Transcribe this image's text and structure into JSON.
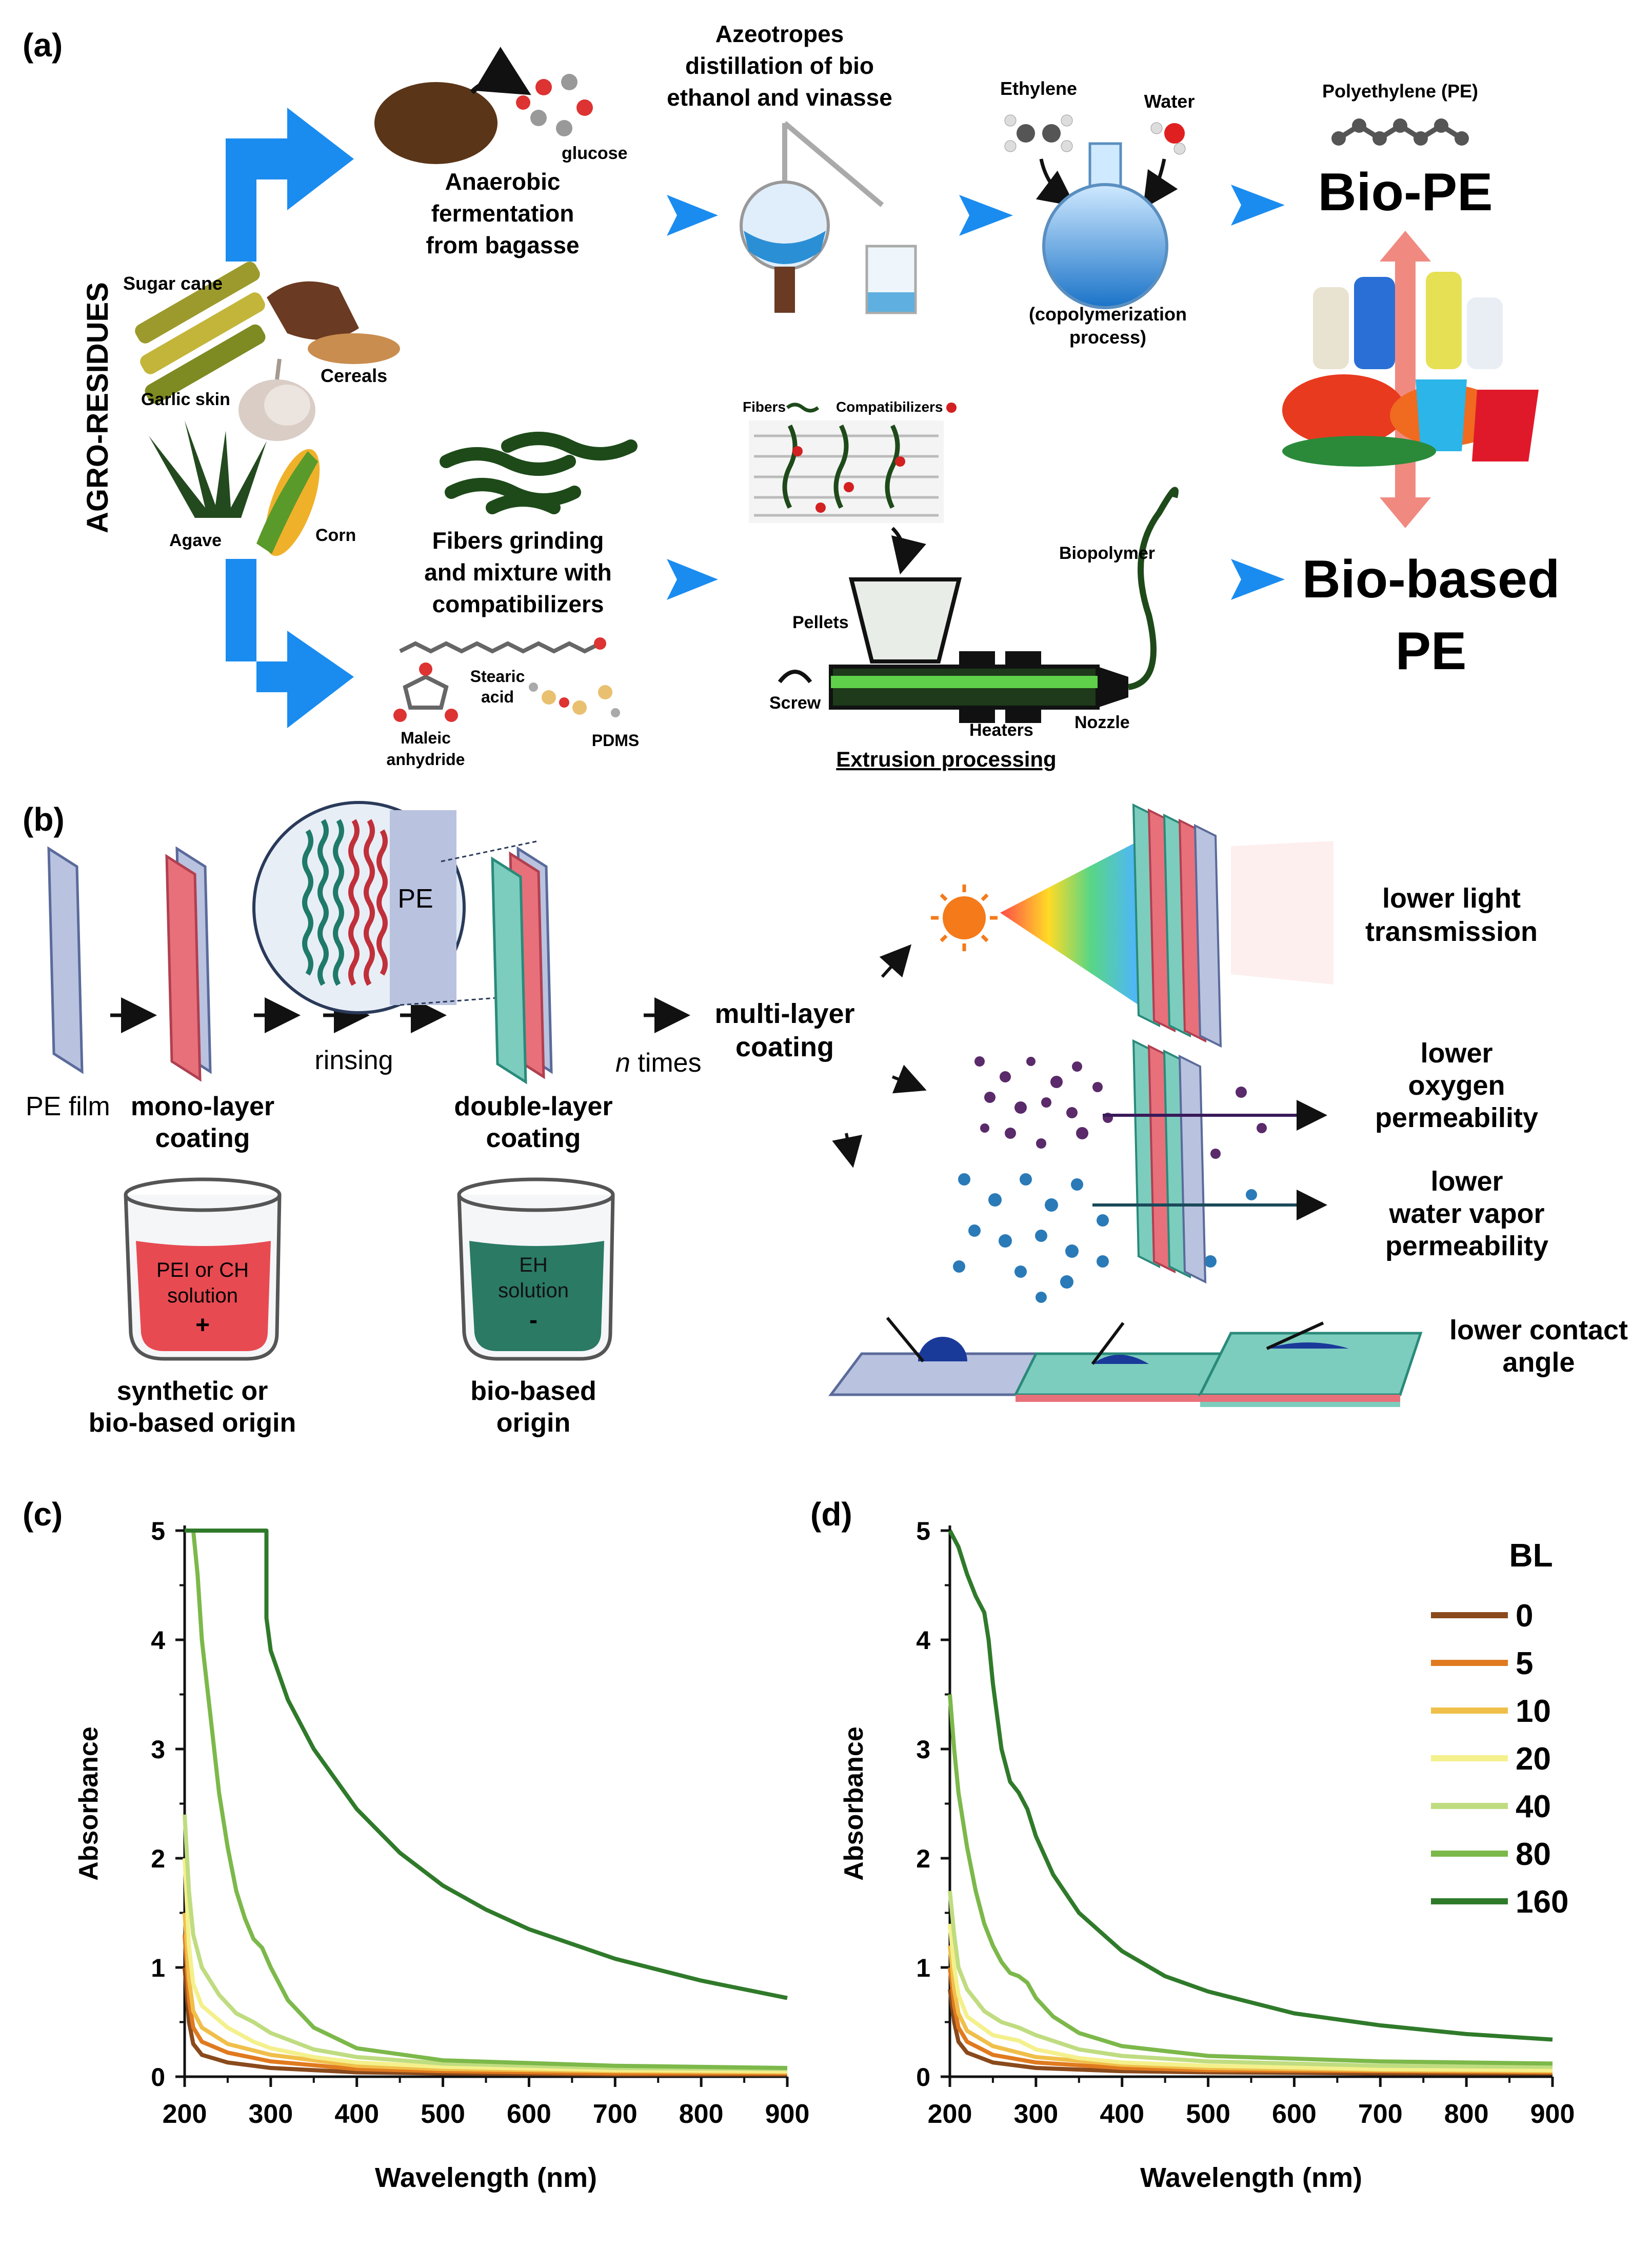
{
  "panel_a": {
    "label": "(a)",
    "agro_residues": "AGRO-RESIDUES",
    "feedstocks": {
      "sugar_cane": "Sugar cane",
      "cereals": "Cereals",
      "garlic_skin": "Garlic skin",
      "agave": "Agave",
      "corn": "Corn"
    },
    "glucose": "glucose",
    "anaerobic": [
      "Anaerobic",
      "fermentation",
      "from bagasse"
    ],
    "azeotropes": [
      "Azeotropes",
      "distillation of bio",
      "ethanol and vinasse"
    ],
    "ethylene": "Ethylene",
    "water": "Water",
    "copolymerization": [
      "(copolymerization",
      "process)"
    ],
    "polyethylene": "Polyethylene (PE)",
    "bio_pe": "Bio-PE",
    "fibers_legend": "Fibers",
    "compatibilizers_legend": "Compatibilizers",
    "fibers_grinding": [
      "Fibers grinding",
      "and mixture with",
      "compatibilizers"
    ],
    "stearic": [
      "Stearic",
      "acid"
    ],
    "maleic": [
      "Maleic",
      "anhydride"
    ],
    "pdms": "PDMS",
    "pellets": "Pellets",
    "screw": "Screw",
    "heaters": "Heaters",
    "nozzle": "Nozzle",
    "biopolymer": "Biopolymer",
    "extrusion": "Extrusion processing",
    "bio_based_pe": [
      "Bio-based",
      "PE"
    ]
  },
  "panel_b": {
    "label": "(b)",
    "pe_film": "PE film",
    "mono_layer": [
      "mono-layer",
      "coating"
    ],
    "rinsing": "rinsing",
    "pe_inset": "PE",
    "double_layer": [
      "double-layer",
      "coating"
    ],
    "n": "n",
    "times": " times",
    "multi_layer": [
      "multi-layer",
      "coating"
    ],
    "beaker_red": [
      "PEI or CH",
      "solution"
    ],
    "beaker_red_sign": "+",
    "beaker_green": [
      "EH",
      "solution"
    ],
    "beaker_green_sign": "-",
    "synthetic": [
      "synthetic or",
      "bio-based origin"
    ],
    "bio_origin": [
      "bio-based",
      "origin"
    ],
    "light": [
      "lower light",
      "transmission"
    ],
    "oxygen": [
      "lower",
      "oxygen",
      "permeability"
    ],
    "water_vapor": [
      "lower",
      "water vapor",
      "permeability"
    ],
    "contact": [
      "lower contact",
      "angle"
    ]
  },
  "colors": {
    "bl0": "#8a4a1c",
    "bl5": "#e07a1f",
    "bl10": "#f0bf4a",
    "bl20": "#f4f08c",
    "bl40": "#bfdc80",
    "bl80": "#7cb84a",
    "bl160": "#2f7a2a",
    "arrow_blue": "#1a7fe8",
    "red_layer": "#e0606a",
    "teal_layer": "#6cc2b4"
  },
  "chart_data": [
    {
      "type": "line",
      "panel": "(c)",
      "xlabel": "Wavelength (nm)",
      "ylabel": "Absorbance",
      "xlim": [
        200,
        900
      ],
      "ylim": [
        0,
        5
      ],
      "xticks": [
        "200",
        "300",
        "400",
        "500",
        "600",
        "700",
        "800",
        "900"
      ],
      "yticks": [
        "0",
        "1",
        "2",
        "3",
        "4",
        "5"
      ],
      "series": [
        {
          "name": "0",
          "points": [
            [
              200,
              1.0
            ],
            [
              205,
              0.5
            ],
            [
              210,
              0.3
            ],
            [
              220,
              0.2
            ],
            [
              250,
              0.13
            ],
            [
              300,
              0.08
            ],
            [
              400,
              0.04
            ],
            [
              500,
              0.03
            ],
            [
              700,
              0.02
            ],
            [
              900,
              0.02
            ]
          ]
        },
        {
          "name": "5",
          "points": [
            [
              200,
              1.3
            ],
            [
              205,
              0.7
            ],
            [
              210,
              0.45
            ],
            [
              220,
              0.32
            ],
            [
              250,
              0.22
            ],
            [
              300,
              0.14
            ],
            [
              400,
              0.07
            ],
            [
              500,
              0.05
            ],
            [
              700,
              0.03
            ],
            [
              900,
              0.03
            ]
          ]
        },
        {
          "name": "10",
          "points": [
            [
              200,
              1.5
            ],
            [
              205,
              0.9
            ],
            [
              210,
              0.6
            ],
            [
              220,
              0.45
            ],
            [
              250,
              0.3
            ],
            [
              300,
              0.2
            ],
            [
              400,
              0.1
            ],
            [
              500,
              0.07
            ],
            [
              700,
              0.05
            ],
            [
              900,
              0.04
            ]
          ]
        },
        {
          "name": "20",
          "points": [
            [
              200,
              2.0
            ],
            [
              205,
              1.2
            ],
            [
              210,
              0.85
            ],
            [
              220,
              0.65
            ],
            [
              250,
              0.45
            ],
            [
              280,
              0.32
            ],
            [
              300,
              0.26
            ],
            [
              350,
              0.18
            ],
            [
              400,
              0.13
            ],
            [
              500,
              0.09
            ],
            [
              700,
              0.06
            ],
            [
              900,
              0.05
            ]
          ]
        },
        {
          "name": "40",
          "points": [
            [
              200,
              2.4
            ],
            [
              205,
              1.7
            ],
            [
              210,
              1.3
            ],
            [
              220,
              1.0
            ],
            [
              240,
              0.75
            ],
            [
              260,
              0.58
            ],
            [
              280,
              0.5
            ],
            [
              300,
              0.4
            ],
            [
              350,
              0.25
            ],
            [
              400,
              0.18
            ],
            [
              500,
              0.12
            ],
            [
              700,
              0.08
            ],
            [
              900,
              0.07
            ]
          ]
        },
        {
          "name": "80",
          "points": [
            [
              210,
              5
            ],
            [
              215,
              4.6
            ],
            [
              220,
              4.0
            ],
            [
              230,
              3.3
            ],
            [
              240,
              2.6
            ],
            [
              250,
              2.1
            ],
            [
              260,
              1.7
            ],
            [
              270,
              1.45
            ],
            [
              280,
              1.26
            ],
            [
              290,
              1.18
            ],
            [
              300,
              1.0
            ],
            [
              320,
              0.7
            ],
            [
              350,
              0.45
            ],
            [
              400,
              0.26
            ],
            [
              500,
              0.15
            ],
            [
              700,
              0.1
            ],
            [
              900,
              0.08
            ]
          ]
        },
        {
          "name": "160",
          "points": [
            [
              200,
              5
            ],
            [
              295,
              5
            ],
            [
              295,
              4.2
            ],
            [
              300,
              3.9
            ],
            [
              320,
              3.45
            ],
            [
              350,
              3.0
            ],
            [
              400,
              2.45
            ],
            [
              450,
              2.05
            ],
            [
              500,
              1.75
            ],
            [
              550,
              1.53
            ],
            [
              600,
              1.35
            ],
            [
              700,
              1.08
            ],
            [
              800,
              0.88
            ],
            [
              900,
              0.72
            ]
          ]
        }
      ]
    },
    {
      "type": "line",
      "panel": "(d)",
      "xlabel": "Wavelength (nm)",
      "ylabel": "Absorbance",
      "xlim": [
        200,
        900
      ],
      "ylim": [
        0,
        5
      ],
      "xticks": [
        "200",
        "300",
        "400",
        "500",
        "600",
        "700",
        "800",
        "900"
      ],
      "yticks": [
        "0",
        "1",
        "2",
        "3",
        "4",
        "5"
      ],
      "legend_title": "BL",
      "legend": [
        "0",
        "5",
        "10",
        "20",
        "40",
        "80",
        "160"
      ],
      "series": [
        {
          "name": "0",
          "points": [
            [
              200,
              0.8
            ],
            [
              205,
              0.5
            ],
            [
              210,
              0.32
            ],
            [
              220,
              0.22
            ],
            [
              250,
              0.13
            ],
            [
              300,
              0.08
            ],
            [
              400,
              0.05
            ],
            [
              500,
              0.04
            ],
            [
              700,
              0.03
            ],
            [
              900,
              0.03
            ]
          ]
        },
        {
          "name": "5",
          "points": [
            [
              200,
              1.0
            ],
            [
              205,
              0.65
            ],
            [
              210,
              0.45
            ],
            [
              220,
              0.32
            ],
            [
              250,
              0.2
            ],
            [
              300,
              0.13
            ],
            [
              400,
              0.08
            ],
            [
              500,
              0.06
            ],
            [
              700,
              0.05
            ],
            [
              900,
              0.04
            ]
          ]
        },
        {
          "name": "10",
          "points": [
            [
              200,
              1.2
            ],
            [
              205,
              0.8
            ],
            [
              210,
              0.58
            ],
            [
              220,
              0.42
            ],
            [
              250,
              0.28
            ],
            [
              300,
              0.18
            ],
            [
              400,
              0.11
            ],
            [
              500,
              0.08
            ],
            [
              700,
              0.06
            ],
            [
              900,
              0.05
            ]
          ]
        },
        {
          "name": "20",
          "points": [
            [
              200,
              1.4
            ],
            [
              205,
              1.0
            ],
            [
              210,
              0.75
            ],
            [
              220,
              0.55
            ],
            [
              250,
              0.38
            ],
            [
              280,
              0.33
            ],
            [
              300,
              0.25
            ],
            [
              350,
              0.17
            ],
            [
              400,
              0.13
            ],
            [
              500,
              0.1
            ],
            [
              700,
              0.07
            ],
            [
              900,
              0.06
            ]
          ]
        },
        {
          "name": "40",
          "points": [
            [
              200,
              1.7
            ],
            [
              205,
              1.3
            ],
            [
              210,
              1.0
            ],
            [
              220,
              0.8
            ],
            [
              240,
              0.6
            ],
            [
              260,
              0.5
            ],
            [
              280,
              0.45
            ],
            [
              300,
              0.38
            ],
            [
              350,
              0.25
            ],
            [
              400,
              0.19
            ],
            [
              500,
              0.14
            ],
            [
              700,
              0.1
            ],
            [
              900,
              0.09
            ]
          ]
        },
        {
          "name": "80",
          "points": [
            [
              200,
              3.5
            ],
            [
              205,
              3.0
            ],
            [
              210,
              2.6
            ],
            [
              220,
              2.1
            ],
            [
              230,
              1.7
            ],
            [
              240,
              1.4
            ],
            [
              250,
              1.2
            ],
            [
              260,
              1.05
            ],
            [
              270,
              0.95
            ],
            [
              280,
              0.92
            ],
            [
              290,
              0.86
            ],
            [
              300,
              0.72
            ],
            [
              320,
              0.55
            ],
            [
              350,
              0.4
            ],
            [
              400,
              0.28
            ],
            [
              500,
              0.19
            ],
            [
              700,
              0.14
            ],
            [
              900,
              0.12
            ]
          ]
        },
        {
          "name": "160",
          "points": [
            [
              200,
              5
            ],
            [
              210,
              4.85
            ],
            [
              220,
              4.6
            ],
            [
              230,
              4.4
            ],
            [
              240,
              4.25
            ],
            [
              245,
              4.0
            ],
            [
              250,
              3.6
            ],
            [
              260,
              3.0
            ],
            [
              270,
              2.7
            ],
            [
              280,
              2.6
            ],
            [
              290,
              2.45
            ],
            [
              300,
              2.2
            ],
            [
              320,
              1.85
            ],
            [
              350,
              1.5
            ],
            [
              400,
              1.15
            ],
            [
              450,
              0.92
            ],
            [
              500,
              0.78
            ],
            [
              600,
              0.58
            ],
            [
              700,
              0.47
            ],
            [
              800,
              0.39
            ],
            [
              900,
              0.34
            ]
          ]
        }
      ]
    }
  ]
}
